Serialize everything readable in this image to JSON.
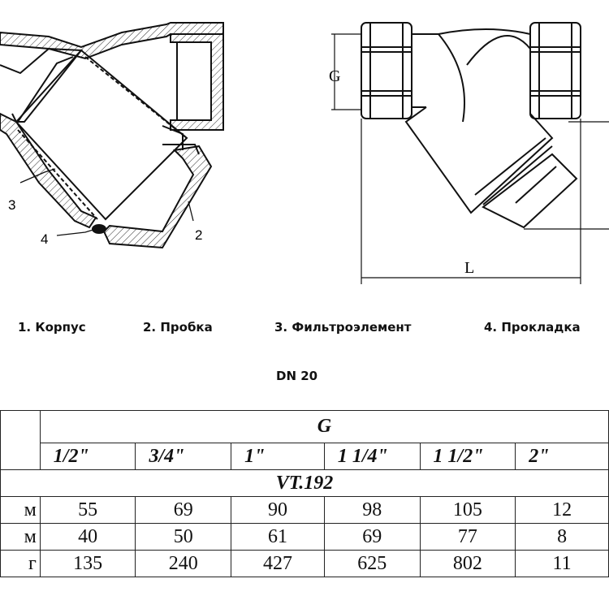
{
  "drawing_left": {
    "callouts": [
      "3",
      "4",
      "2"
    ]
  },
  "drawing_right": {
    "dim_g": "G",
    "dim_l": "L"
  },
  "legend": {
    "items": [
      "1. Корпус",
      "2. Пробка",
      "3. Фильтроэлемент",
      "4. Прокладка"
    ]
  },
  "dn_label": "DN 20",
  "table": {
    "group_header": "G",
    "sizes": [
      "1/2\"",
      "3/4\"",
      "1\"",
      "1 1/4\"",
      "1 1/2\"",
      "2\""
    ],
    "model": "VT.192",
    "rows": [
      {
        "label": "м",
        "values": [
          "55",
          "69",
          "90",
          "98",
          "105",
          "12"
        ]
      },
      {
        "label": "м",
        "values": [
          "40",
          "50",
          "61",
          "69",
          "77",
          "8"
        ]
      },
      {
        "label": "г",
        "values": [
          "135",
          "240",
          "427",
          "625",
          "802",
          "11"
        ]
      }
    ]
  }
}
